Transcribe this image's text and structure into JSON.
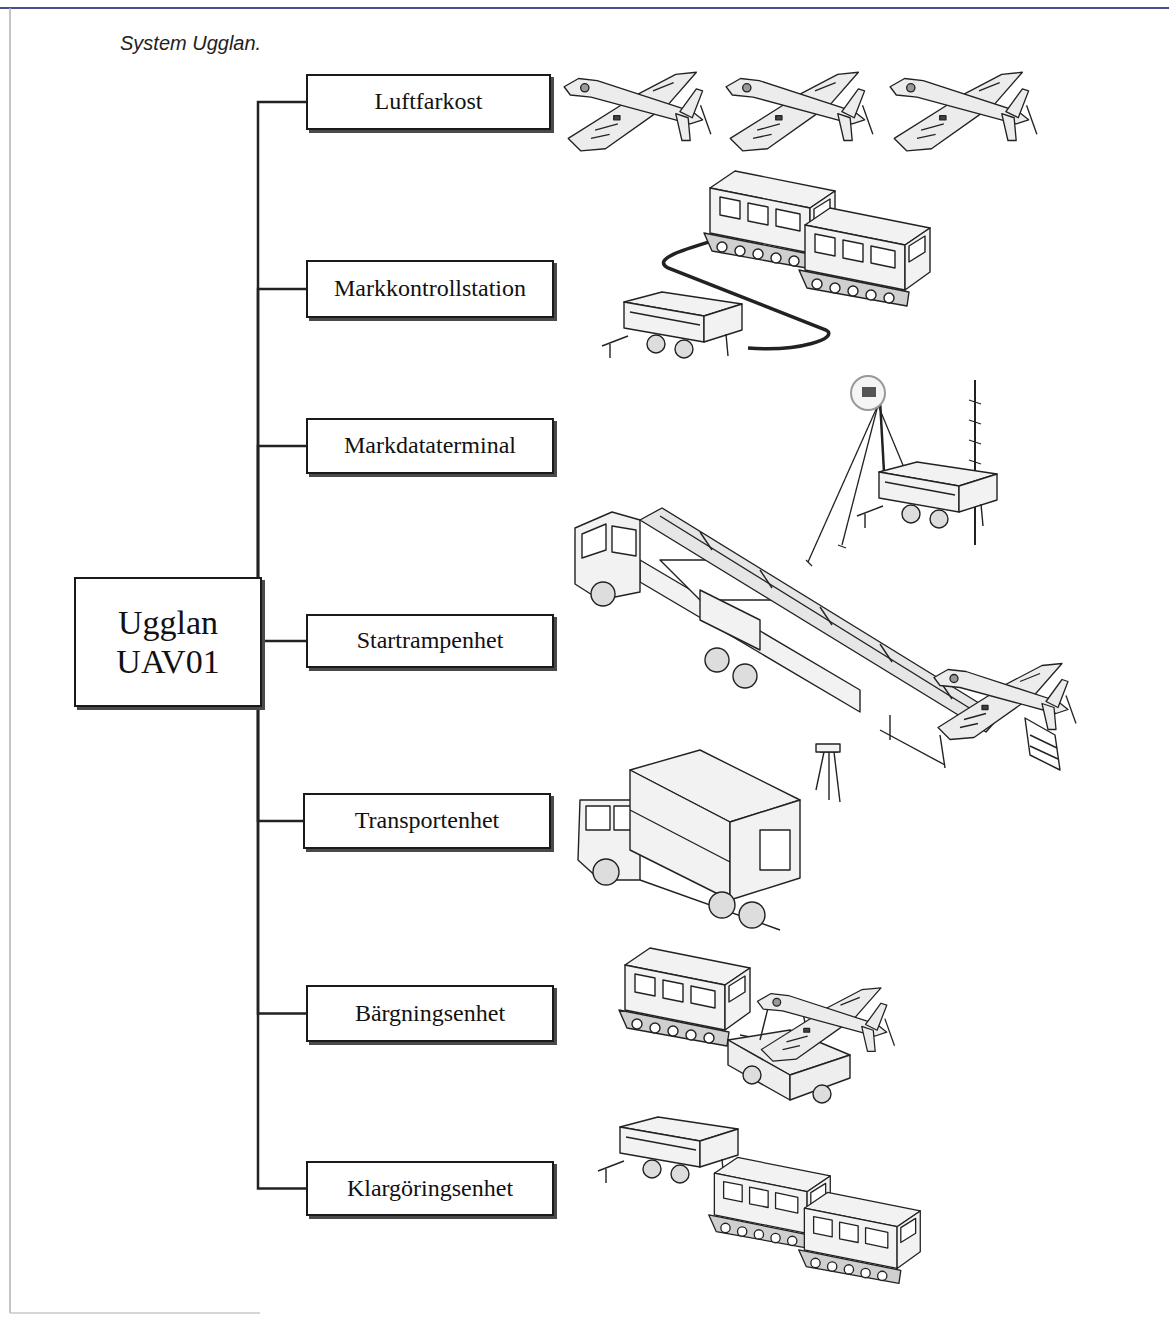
{
  "diagram": {
    "title": "System Ugglan.",
    "nodes": [
      {
        "text": [
          "Ugglan UAV01"
        ]
      },
      {
        "text": [
          "Luftfarkost"
        ]
      },
      {
        "text": [
          "Markkontrollstation"
        ]
      },
      {
        "text": [
          "Markdataterminal"
        ]
      },
      {
        "text": [
          "Startrampenhet"
        ]
      },
      {
        "text": [
          "Transportenhet"
        ]
      },
      {
        "text": [
          "Bärgningsenhet"
        ]
      },
      {
        "text": [
          "Klargöringsenhet"
        ]
      }
    ],
    "edges": [
      {
        "from": 0,
        "to": 1,
        "arrow": "none"
      },
      {
        "from": 0,
        "to": 2,
        "arrow": "none"
      },
      {
        "from": 0,
        "to": 3,
        "arrow": "none"
      },
      {
        "from": 0,
        "to": 4,
        "arrow": "none"
      },
      {
        "from": 0,
        "to": 5,
        "arrow": "none"
      },
      {
        "from": 0,
        "to": 6,
        "arrow": "none"
      },
      {
        "from": 0,
        "to": 7,
        "arrow": "none"
      }
    ]
  }
}
